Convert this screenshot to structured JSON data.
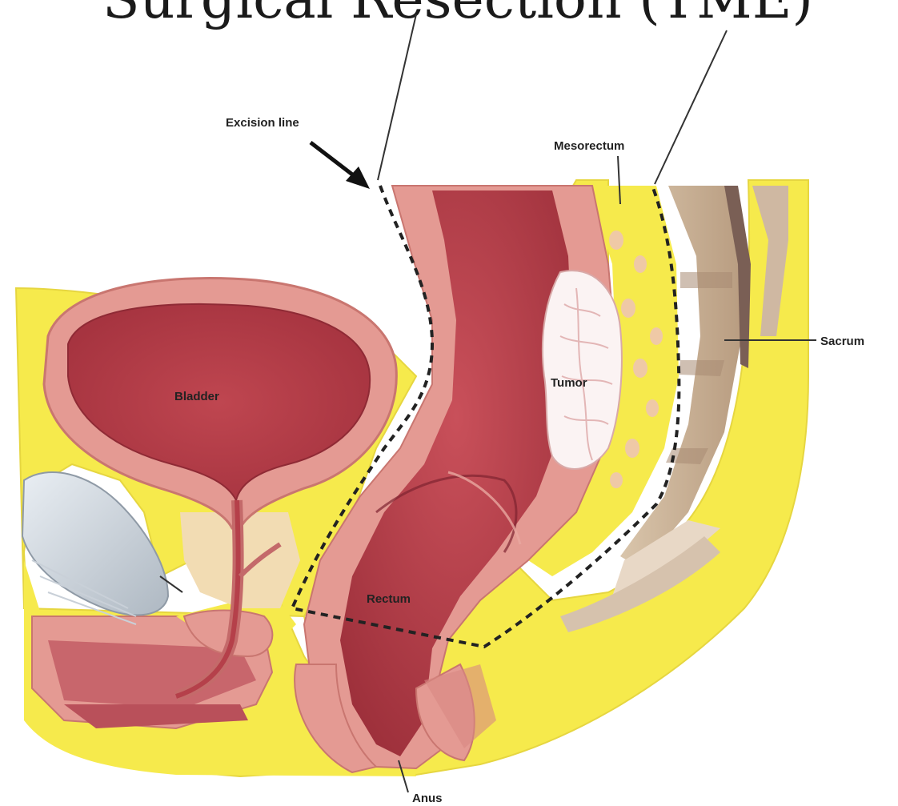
{
  "title_fragment": "Surgical Resection (TME)",
  "labels": {
    "excision_line": "Excision line",
    "mesorectum": "Mesorectum",
    "sacrum": "Sacrum",
    "tumor": "Tumor",
    "bladder": "Bladder",
    "rectum": "Rectum",
    "anus": "Anus"
  },
  "colors": {
    "fat": "#f6ea4c",
    "muscle_wall": "#e49a93",
    "lumen": "#b5404a",
    "lumen_dark": "#9c2f3a",
    "bone": "#cdb79c",
    "tumor": "#fbf3f3",
    "excision_dash": "#222222"
  }
}
